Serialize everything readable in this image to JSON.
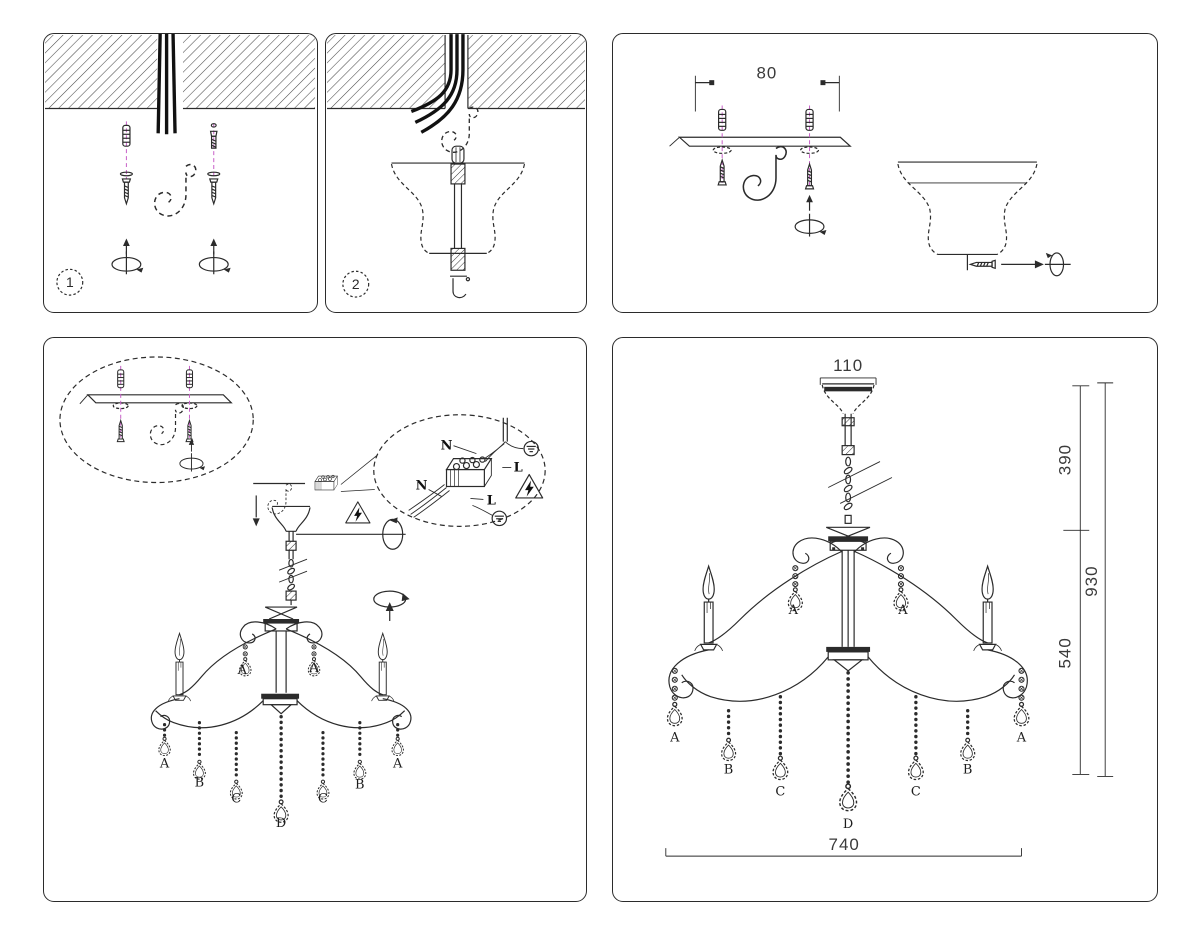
{
  "colors": {
    "ink": "#2b2b2b",
    "accent_magenta": "#c75fc7",
    "paper": "#ffffff"
  },
  "steps": {
    "step1_badge": "1",
    "step2_badge": "2"
  },
  "bracket_panel": {
    "hole_spacing": "80"
  },
  "hanging_panel": {
    "wiring": {
      "n_top": "N",
      "l_top": "L",
      "n_bottom": "N",
      "l_bottom": "L"
    },
    "upper_crystal_left": "A",
    "upper_crystal_right": "A",
    "pendant_row": [
      "A",
      "B",
      "C",
      "D",
      "C",
      "B",
      "A"
    ]
  },
  "dimension_panel": {
    "canopy_width": "110",
    "suspension_length": "390",
    "overall_height": "930",
    "body_height": "540",
    "body_width": "740",
    "upper_crystal_left": "A",
    "upper_crystal_right": "A",
    "pendant_row": [
      "A",
      "B",
      "C",
      "D",
      "C",
      "B",
      "A"
    ]
  }
}
